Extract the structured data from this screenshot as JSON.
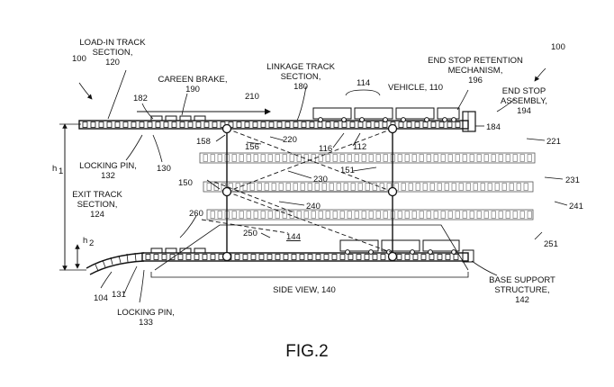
{
  "labels": {
    "l100a": "100",
    "l100b": "100",
    "load_in_1": "LOAD-IN TRACK",
    "load_in_2": "SECTION,",
    "load_in_3": "120",
    "careen_1": "CAREEN BRAKE,",
    "careen_2": "190",
    "linkage_1": "LINKAGE TRACK",
    "linkage_2": "SECTION,",
    "linkage_3": "180",
    "end_ret_1": "END STOP RETENTION",
    "end_ret_2": "MECHANISM,",
    "end_ret_3": "196",
    "l114": "114",
    "vehicle": "VEHICLE, 110",
    "end_asm_1": "END STOP",
    "end_asm_2": "ASSEMBLY,",
    "end_asm_3": "194",
    "l210": "210",
    "l182": "182",
    "l184": "184",
    "l158": "158",
    "l156": "156",
    "l220": "220",
    "l116": "116",
    "l112": "112",
    "l221": "221",
    "h1": "h",
    "h1_sub": "1",
    "lock1_1": "LOCKING PIN,",
    "lock1_2": "132",
    "l130": "130",
    "l151": "151",
    "l231": "231",
    "l150": "150",
    "l230": "230",
    "exit_1": "EXIT TRACK",
    "exit_2": "SECTION,",
    "exit_3": "124",
    "l241": "241",
    "l240": "240",
    "l260": "260",
    "h2": "h",
    "h2_sub": "2",
    "l250": "250",
    "l144": "144",
    "l251": "251",
    "l104": "104",
    "l131": "131",
    "side_view": "SIDE VIEW, 140",
    "base_1": "BASE SUPPORT",
    "base_2": "STRUCTURE,",
    "base_3": "142",
    "lock2_1": "LOCKING PIN,",
    "lock2_2": "133",
    "caption": "FIG.2"
  }
}
